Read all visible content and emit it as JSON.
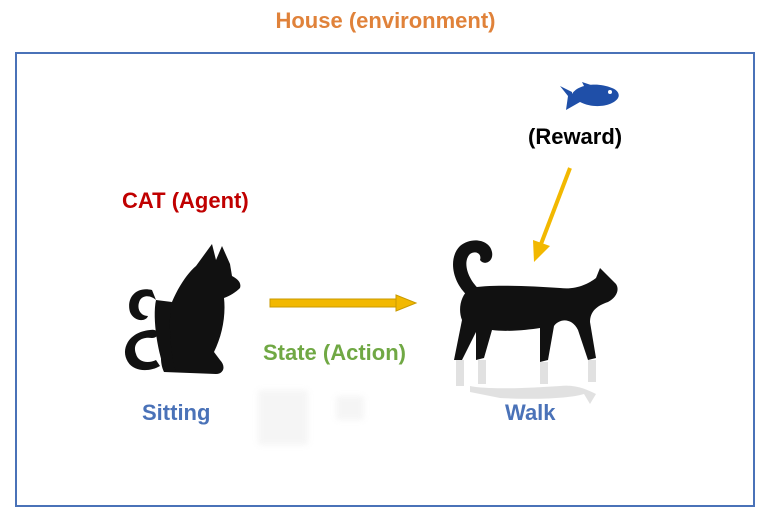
{
  "title": {
    "text": "House (environment)",
    "color": "#e0823a"
  },
  "frame": {
    "color": "#4a72b8"
  },
  "reward": {
    "label": "(Reward)",
    "color": "#000000",
    "icon": "fish-icon",
    "icon_color": "#1f4fa8"
  },
  "agent": {
    "label": "CAT (Agent)",
    "color": "#c00000",
    "icon": "sitting-cat-icon"
  },
  "action": {
    "label": "State (Action)",
    "color": "#70a844",
    "arrow_color": "#f2b800"
  },
  "states": {
    "sitting": {
      "label": "Sitting",
      "color": "#4a72b8"
    },
    "walk": {
      "label": "Walk",
      "color": "#4a72b8",
      "icon": "walking-cat-icon"
    }
  },
  "reward_arrow": {
    "color": "#f2b800"
  }
}
